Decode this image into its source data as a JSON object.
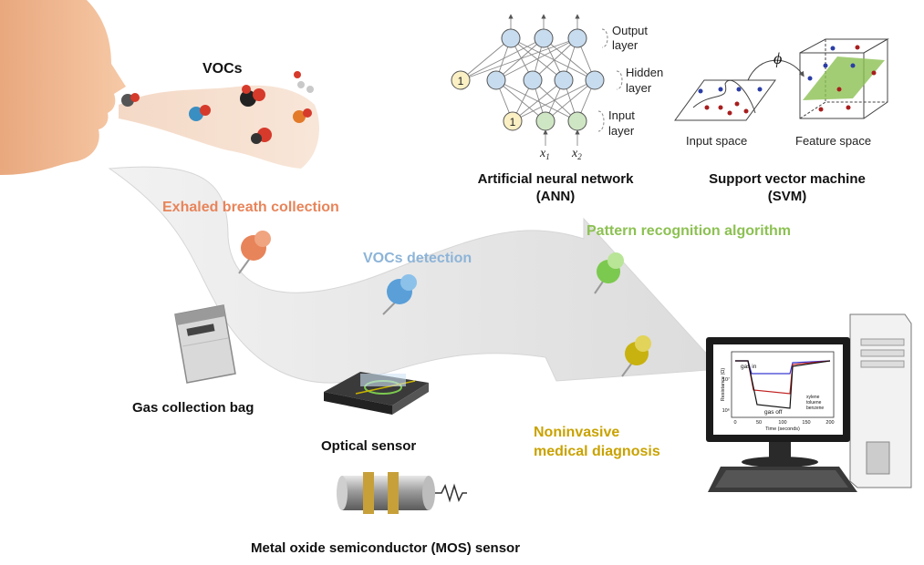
{
  "colors": {
    "breath": "#e8845a",
    "detection": "#8db4d8",
    "pattern": "#8cc152",
    "diagnosis": "#c9a200",
    "arrow": "#e6e6e6",
    "neuron": "#c8dcef",
    "input_neuron": "#cfe6c4",
    "bias_neuron": "#fbf0c4"
  },
  "icons": {
    "face": "human-face-profile",
    "molecules": "voc-molecules",
    "pins": "push-pin-icon",
    "bag": "gas-collection-bag",
    "optical": "optical-sensor-chip",
    "mos": "mos-sensor-cylinder",
    "computer": "desktop-computer"
  },
  "labels": {
    "vocs": "VOCs",
    "exhaled": "Exhaled breath collection",
    "detection": "VOCs detection",
    "pattern": "Pattern recognition algorithm",
    "diagnosis_line1": "Noninvasive",
    "diagnosis_line2": "medical diagnosis",
    "gas_bag": "Gas collection bag",
    "optical": "Optical sensor",
    "mos": "Metal oxide semiconductor (MOS) sensor"
  },
  "ann": {
    "title_line1": "Artificial neural network",
    "title_line2": "(ANN)",
    "output_line1": "Output",
    "output_line2": "layer",
    "hidden_line1": "Hidden",
    "hidden_line2": "layer",
    "input_line1": "Input",
    "input_line2": "layer",
    "bias": "1",
    "bias_hidden": "1",
    "x1": "x",
    "x1_sub": "1",
    "x2": "x",
    "x2_sub": "2"
  },
  "svm": {
    "title_line1": "Support vector machine",
    "title_line2": "(SVM)",
    "input_space": "Input space",
    "feature_space": "Feature space",
    "phi": "ϕ"
  },
  "screen_plot": {
    "ylabel": "Resistance (Ω)",
    "xlabel": "Time (seconds)",
    "gas_in": "gas in",
    "gas_off": "gas off",
    "xticks": [
      "0",
      "50",
      "100",
      "150",
      "200"
    ],
    "yticks": [
      "10⁷",
      "10⁶"
    ],
    "legend": [
      "xylene",
      "toluene",
      "benzene"
    ]
  }
}
